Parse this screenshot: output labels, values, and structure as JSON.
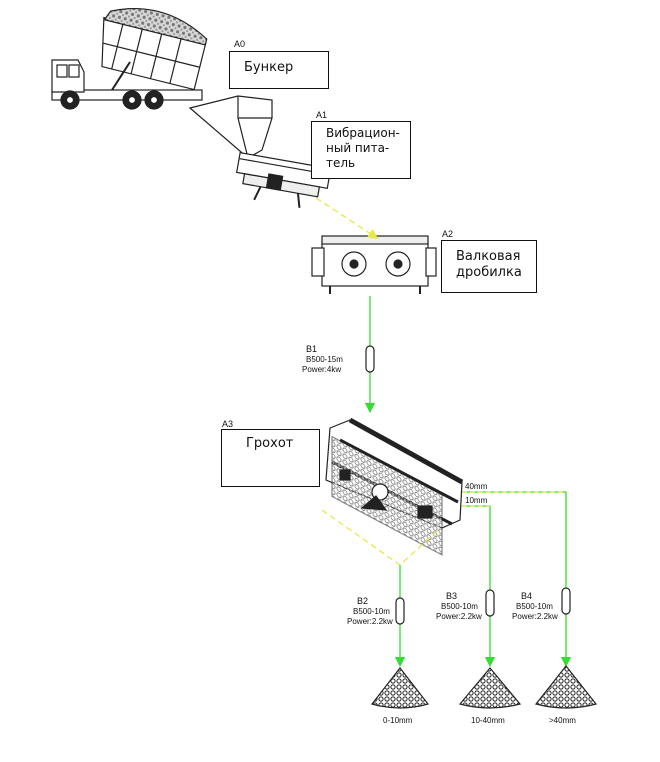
{
  "stages": {
    "a0": {
      "code": "A0",
      "label": "Бункер"
    },
    "a1": {
      "code": "A1",
      "lines": [
        "Вибрацион-",
        "ный пита-",
        "тель"
      ]
    },
    "a2": {
      "code": "A2",
      "lines": [
        "Валковая",
        "дробилка"
      ]
    },
    "a3": {
      "code": "A3",
      "label": "Грохот"
    }
  },
  "conveyors": {
    "b1": {
      "code": "B1",
      "model": "B500-15m",
      "power": "Power:4kw"
    },
    "b2": {
      "code": "B2",
      "model": "B500-10m",
      "power": "Power:2.2kw"
    },
    "b3": {
      "code": "B3",
      "model": "B500-10m",
      "power": "Power:2.2kw"
    },
    "b4": {
      "code": "B4",
      "model": "B500-10m",
      "power": "Power:2.2kw"
    }
  },
  "screen_outputs": {
    "upper": "40mm",
    "lower": "10mm"
  },
  "products": {
    "p1": "0-10mm",
    "p2": "10-40mm",
    "p3": ">40mm"
  },
  "colors": {
    "flow_green": "#33dd33",
    "flow_yellow": "#e8e84a",
    "equipment": "#222222"
  }
}
